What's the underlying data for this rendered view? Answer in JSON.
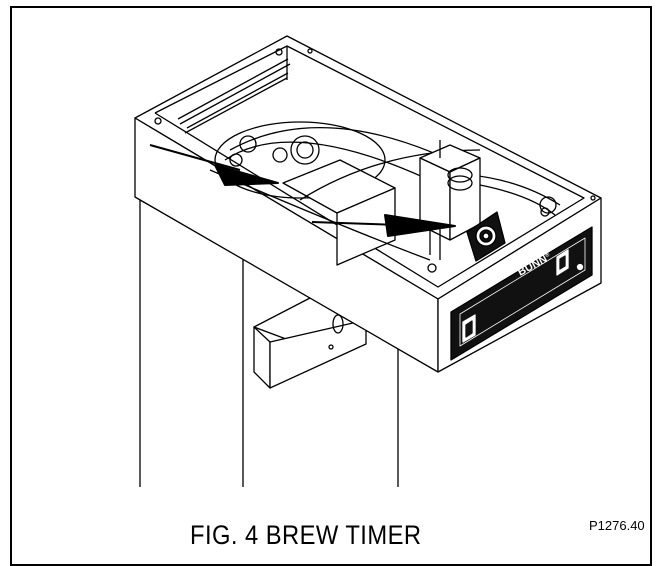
{
  "figure": {
    "caption": "FIG. 4 BREW TIMER",
    "part_number": "P1276.40",
    "panel_brand": "BUNN",
    "panel_brand_mark": "®"
  },
  "colors": {
    "ink": "#000000",
    "panel": "#1a1a1a",
    "paper": "#ffffff"
  },
  "icons": [
    "brew-timer-dial-icon",
    "rocker-switch-icon",
    "pointer-arrow-icon"
  ]
}
